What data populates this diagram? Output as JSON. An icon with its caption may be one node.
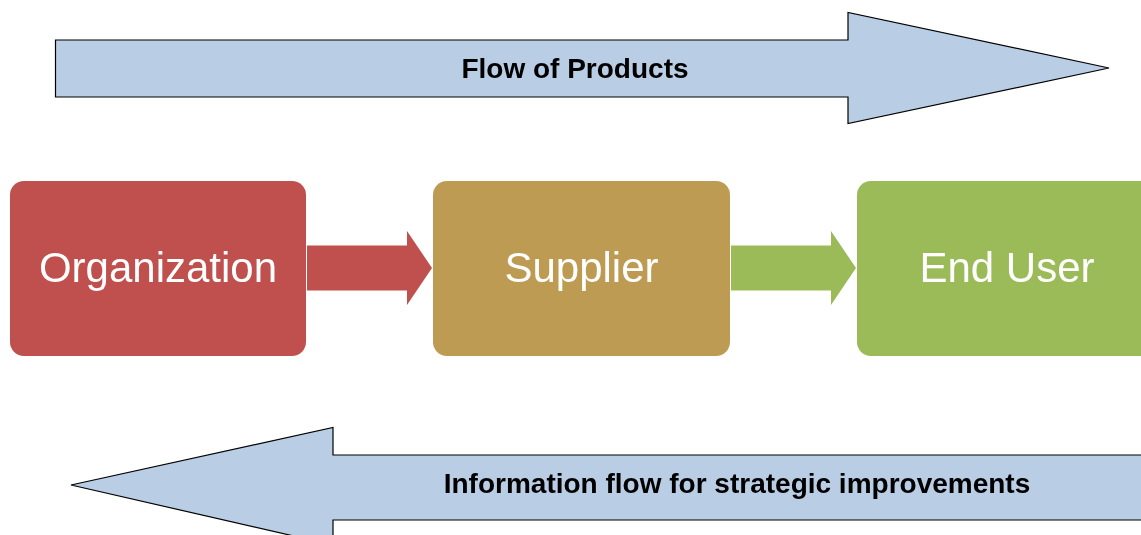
{
  "diagram": {
    "nodes": [
      {
        "text": [
          "Flow of Products"
        ]
      },
      {
        "text": [
          "Organization"
        ]
      },
      {
        "text": [
          "Supplier"
        ]
      },
      {
        "text": [
          "End User"
        ]
      },
      {
        "text": [
          "Information flow for strategic improvements"
        ]
      }
    ],
    "edges": [
      {
        "from": 1,
        "to": 2,
        "arrow": "to",
        "style": "thick",
        "color": "#c0504d"
      },
      {
        "from": 2,
        "to": 3,
        "arrow": "to",
        "style": "thick",
        "color": "#9bbb59"
      }
    ]
  }
}
